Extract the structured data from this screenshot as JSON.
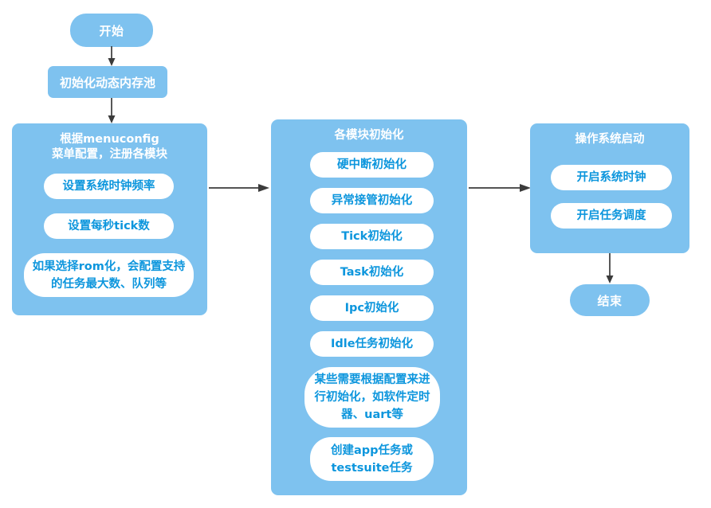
{
  "diagram": {
    "title": "RTOS startup flowchart",
    "colors": {
      "node_fill": "#7ec2ef",
      "pill_fill": "#ffffff",
      "pill_text": "#0d96dd",
      "node_text": "#ffffff",
      "connector": "#3b3b3b",
      "background": "#ffffff"
    },
    "start_node": {
      "label": "开始"
    },
    "mem_node": {
      "label": "初始化动态内存池"
    },
    "end_node": {
      "label": "结束"
    },
    "groups": [
      {
        "id": "menuconfig",
        "title_line1": "根据menuconfig",
        "title_line2": "菜单配置，注册各模块",
        "items": [
          {
            "label": "设置系统时钟频率"
          },
          {
            "label": "设置每秒tick数"
          },
          {
            "label": "如果选择rom化，会配置支持\n的任务最大数、队列等"
          }
        ]
      },
      {
        "id": "module-init",
        "title_line1": "各模块初始化",
        "title_line2": "",
        "items": [
          {
            "label": "硬中断初始化"
          },
          {
            "label": "异常接管初始化"
          },
          {
            "label": "Tick初始化"
          },
          {
            "label": "Task初始化"
          },
          {
            "label": "Ipc初始化"
          },
          {
            "label": "Idle任务初始化"
          },
          {
            "label": "某些需要根据配置来进\n行初始化，如软件定时\n器、uart等"
          },
          {
            "label": "创建app任务或\ntestsuite任务"
          }
        ]
      },
      {
        "id": "os-start",
        "title_line1": "操作系统启动",
        "title_line2": "",
        "items": [
          {
            "label": "开启系统时钟"
          },
          {
            "label": "开启任务调度"
          }
        ]
      }
    ],
    "connectors": [
      {
        "name": "start-to-mem",
        "direction": "down"
      },
      {
        "name": "mem-to-menuconfig",
        "direction": "down"
      },
      {
        "name": "menuconfig-to-module-init",
        "direction": "right"
      },
      {
        "name": "module-init-to-os-start",
        "direction": "right"
      },
      {
        "name": "os-start-to-end",
        "direction": "down"
      }
    ]
  }
}
